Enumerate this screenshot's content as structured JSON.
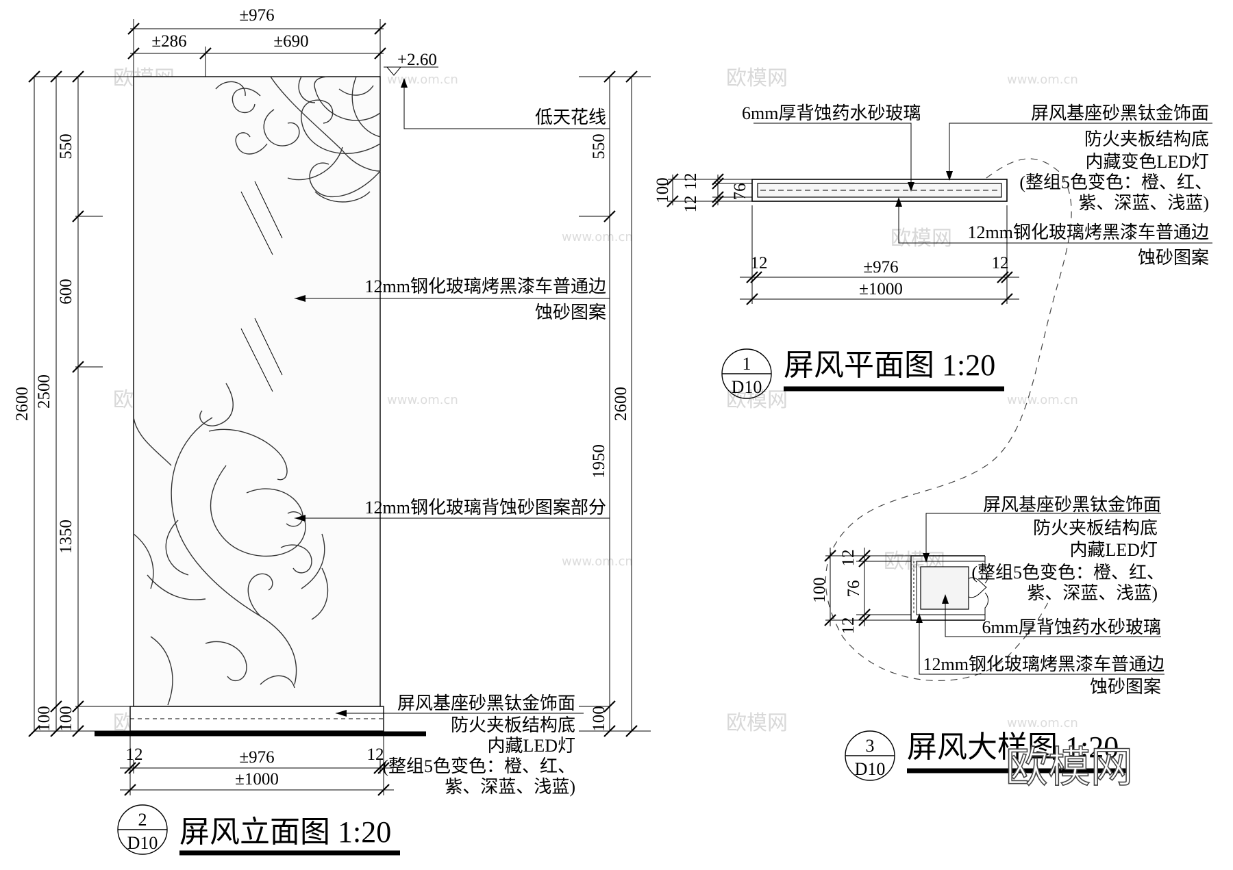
{
  "elevation": {
    "top_dims": [
      "±976",
      "±286",
      "±690"
    ],
    "level_mark": "+2.60",
    "left_dims": [
      "550",
      "600",
      "1350",
      "100",
      "2500",
      "100",
      "2600"
    ],
    "right_dims": [
      "550",
      "1950",
      "100",
      "2600"
    ],
    "bottom_dims": [
      "12",
      "±976",
      "12",
      "±1000"
    ],
    "labels": {
      "ceiling": "低天花线",
      "glass_edge_1": "12mm钢化玻璃烤黑漆车普通边",
      "glass_edge_2": "蚀砂图案",
      "glass_back": "12mm钢化玻璃背蚀砂图案部分",
      "base_1": "屏风基座砂黑钛金饰面",
      "base_2": "防火夹板结构底",
      "base_3": "内藏LED灯",
      "base_4": "(整组5色变色：橙、红、",
      "base_5": "紫、深蓝、浅蓝)"
    },
    "bubble_top": "2",
    "bubble_bottom": "D10",
    "title": "屏风立面图 1:20"
  },
  "plan": {
    "labels": {
      "glass_6mm": "6mm厚背蚀药水砂玻璃",
      "base_1": "屏风基座砂黑钛金饰面",
      "base_2": "防火夹板结构底",
      "base_3": "内藏变色LED灯",
      "base_4": "(整组5色变色：橙、红、",
      "base_5": "紫、深蓝、浅蓝)",
      "edge_1": "12mm钢化玻璃烤黑漆车普通边",
      "edge_2": "蚀砂图案"
    },
    "left_dims": [
      "100",
      "12",
      "12",
      "76"
    ],
    "bottom_dims": [
      "12",
      "±976",
      "12",
      "±1000"
    ],
    "bubble_top": "1",
    "bubble_bottom": "D10",
    "title": "屏风平面图 1:20"
  },
  "detail": {
    "labels": {
      "base_1": "屏风基座砂黑钛金饰面",
      "base_2": "防火夹板结构底",
      "base_3": "内藏LED灯",
      "base_4": "(整组5色变色：橙、红、",
      "base_5": "紫、深蓝、浅蓝)",
      "glass_6mm": "6mm厚背蚀药水砂玻璃",
      "edge_1": "12mm钢化玻璃烤黑漆车普通边",
      "edge_2": "蚀砂图案"
    },
    "left_dims": [
      "100",
      "12",
      "76",
      "12"
    ],
    "bubble_top": "3",
    "bubble_bottom": "D10",
    "title": "屏风大样图 1:20"
  },
  "watermarks": {
    "logo": "欧模网",
    "url": "www.om.cn",
    "big_logo": "欧模网"
  }
}
